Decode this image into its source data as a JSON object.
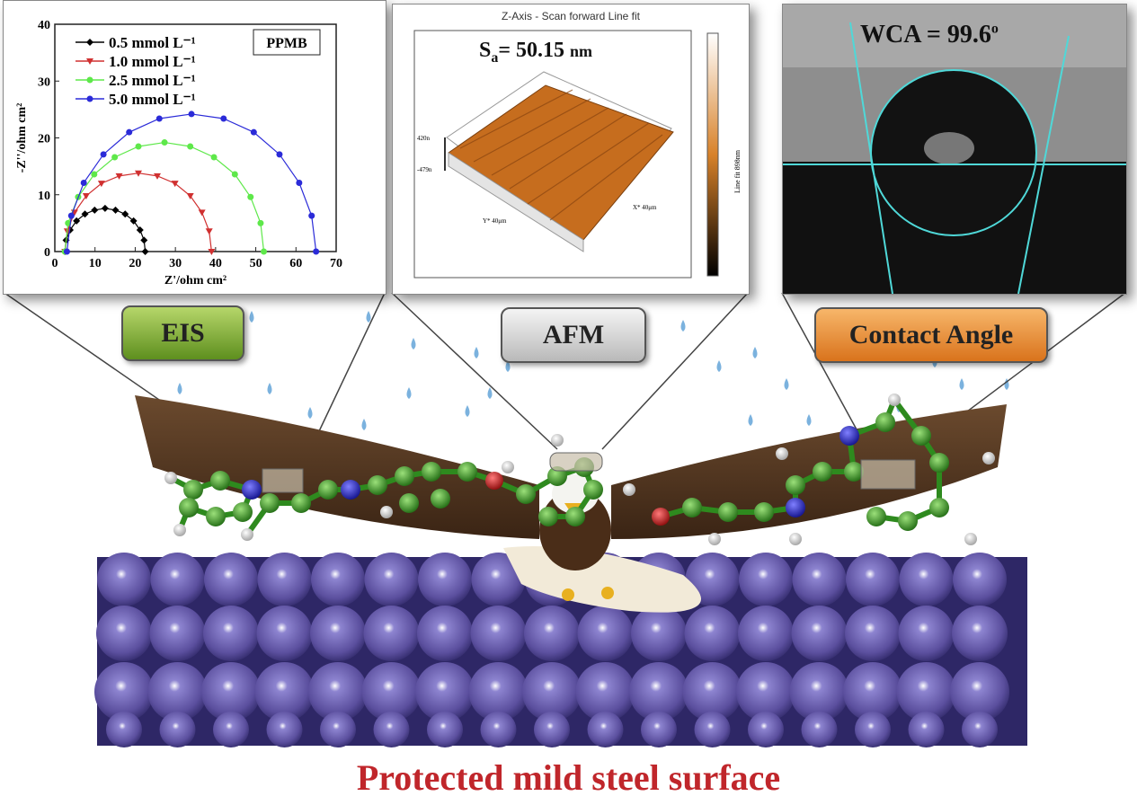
{
  "eis_panel": {
    "tag": "EIS",
    "inset_label": "PPMB"
  },
  "chart_data": {
    "type": "scatter",
    "title": "",
    "xlabel": "Z'/ohm cm²",
    "ylabel": "-Z''/ohm cm²",
    "xlim": [
      0,
      70
    ],
    "ylim": [
      0,
      40
    ],
    "xticks": [
      "0",
      "10",
      "20",
      "30",
      "40",
      "50",
      "60",
      "70"
    ],
    "yticks": [
      "0",
      "10",
      "20",
      "30",
      "40"
    ],
    "legend_position": "top-left",
    "series": [
      {
        "name": "0.5 mmol L⁻¹",
        "color": "#000000",
        "marker": "diamond",
        "x": [
          2.5,
          2.8,
          3.8,
          5.4,
          7.5,
          9.9,
          12.5,
          15.1,
          17.5,
          19.6,
          21.2,
          22.2,
          22.5
        ],
        "y": [
          0,
          2.0,
          3.8,
          5.4,
          6.6,
          7.3,
          7.6,
          7.3,
          6.6,
          5.4,
          3.8,
          2.0,
          0
        ]
      },
      {
        "name": "1.0 mmol L⁻¹",
        "color": "#d03030",
        "marker": "triangle-down",
        "x": [
          2.5,
          3.1,
          4.9,
          7.8,
          11.6,
          16.0,
          20.8,
          25.5,
          29.9,
          33.7,
          36.6,
          38.4,
          39
        ],
        "y": [
          0,
          3.6,
          6.9,
          9.8,
          12.0,
          13.3,
          13.8,
          13.3,
          12.0,
          9.8,
          6.9,
          3.6,
          0
        ]
      },
      {
        "name": "2.5 mmol L⁻¹",
        "color": "#5ee84a",
        "marker": "circle",
        "x": [
          2.5,
          3.3,
          5.8,
          9.8,
          14.9,
          20.8,
          27.3,
          33.7,
          39.6,
          44.8,
          48.7,
          51.2,
          52
        ],
        "y": [
          0,
          5.0,
          9.6,
          13.6,
          16.6,
          18.5,
          19.2,
          18.5,
          16.6,
          13.6,
          9.6,
          5.0,
          0
        ]
      },
      {
        "name": "5.0 mmol L⁻¹",
        "color": "#2b2bd8",
        "marker": "circle",
        "x": [
          3,
          4.1,
          7.2,
          12.1,
          18.5,
          26.0,
          34,
          42.0,
          49.5,
          55.9,
          60.8,
          63.9,
          65
        ],
        "y": [
          0,
          6.3,
          12.1,
          17.1,
          21.0,
          23.4,
          24.2,
          23.4,
          21.0,
          17.1,
          12.1,
          6.3,
          0
        ]
      }
    ]
  },
  "afm_panel": {
    "tag": "AFM",
    "title": "Z-Axis - Scan forward   Line fit",
    "sa_symbol": "S",
    "sa_sub": "a",
    "sa_value": "= 50.15",
    "sa_unit": "nm",
    "z_max": "420n",
    "z_min": "-479n",
    "y_axis": "Y* 40μm",
    "x_axis": "X* 40μm",
    "colorbar_label": "Line fit 898nm"
  },
  "contact_angle_panel": {
    "tag": "Contact Angle",
    "wca_label": "WCA = 99.6",
    "wca_degree": "o"
  },
  "caption": "Protected mild steel surface",
  "colors": {
    "caption": "#c0262b",
    "steel": "#5b4f9e",
    "carbon": "#2e8a1e",
    "nitrogen": "#2222cc",
    "oxygen": "#cc1111"
  }
}
